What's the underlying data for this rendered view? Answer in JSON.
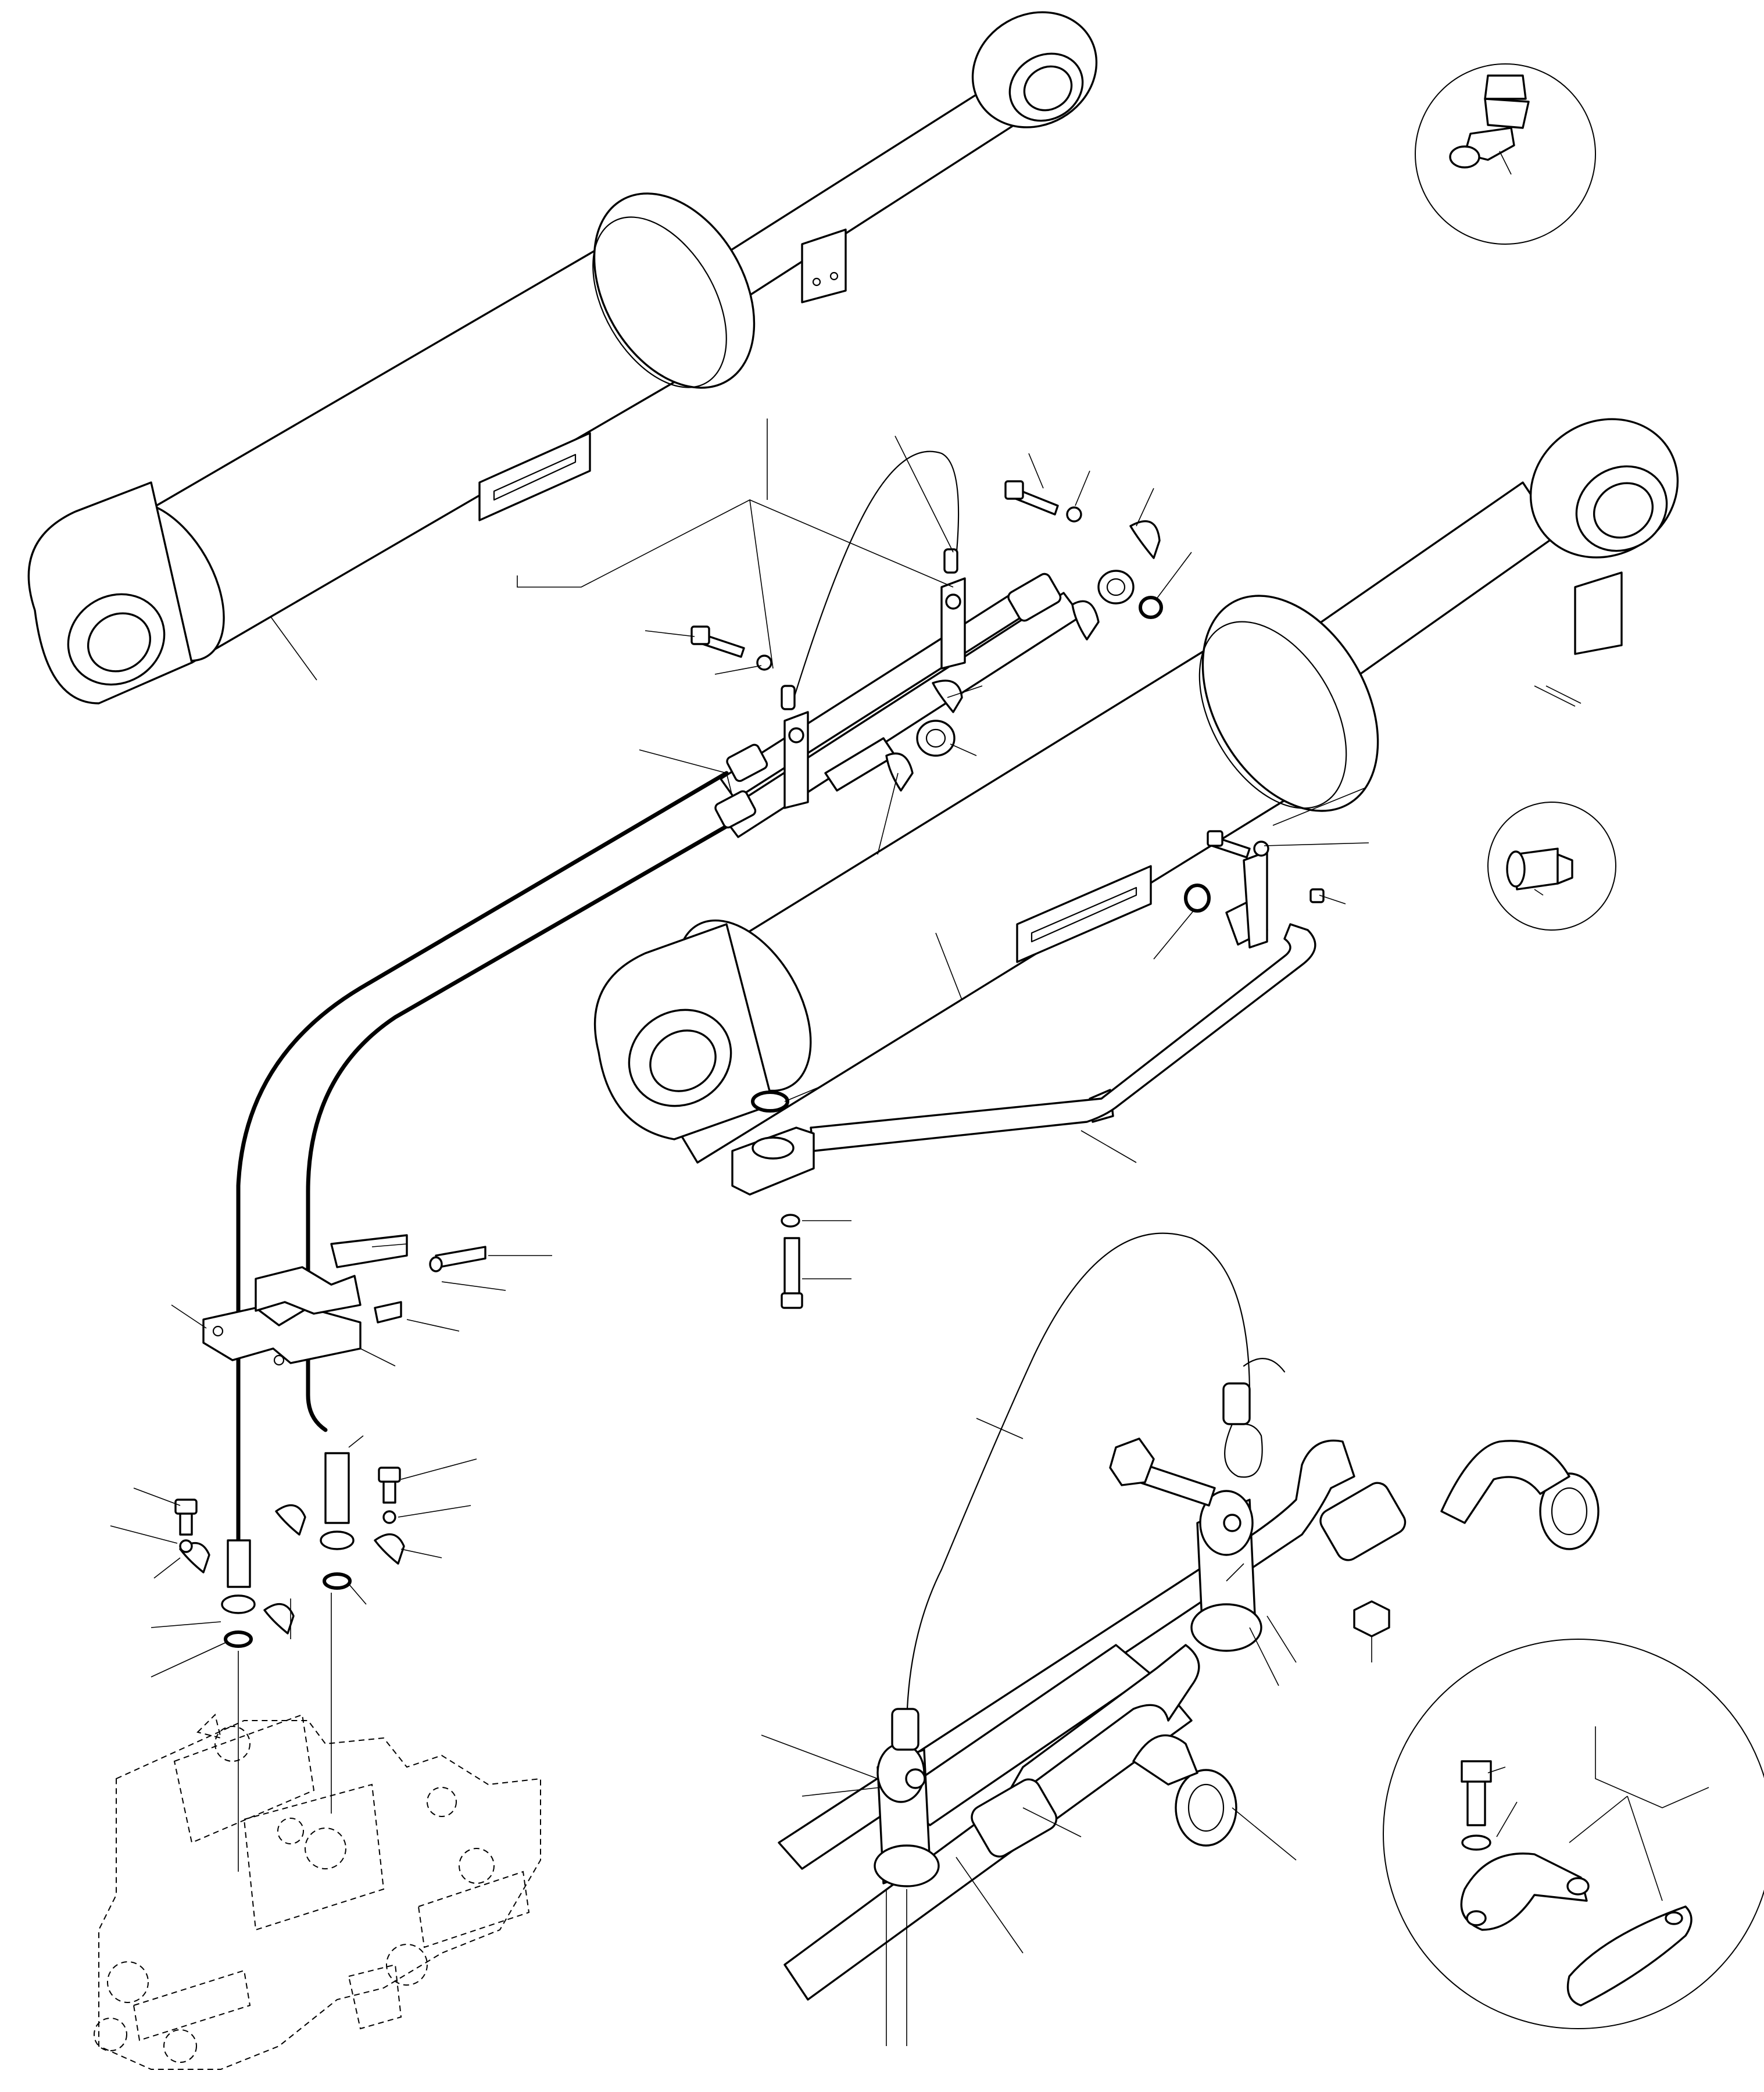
{
  "diagram": {
    "type": "exploded-parts-drawing",
    "text_labels": [],
    "parts": [
      {
        "name": "upper-hydraulic-cylinder"
      },
      {
        "name": "lower-hydraulic-cylinder"
      },
      {
        "name": "hydraulic-hose-pair"
      },
      {
        "name": "steel-tube-assembly"
      },
      {
        "name": "hose-clamp-block"
      },
      {
        "name": "control-valve-block"
      },
      {
        "name": "grease-fitting-angled"
      },
      {
        "name": "grease-fitting-straight"
      },
      {
        "name": "flange-clamp-detail"
      },
      {
        "name": "tube-bracket-detail"
      }
    ]
  }
}
